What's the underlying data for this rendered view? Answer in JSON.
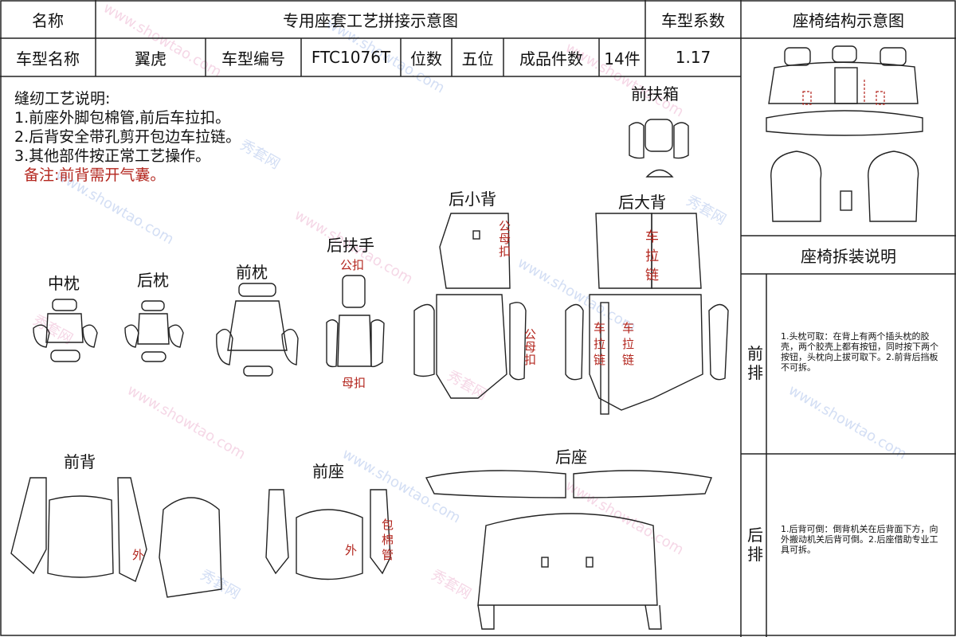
{
  "header": {
    "name_label": "名称",
    "title": "专用座套工艺拼接示意图",
    "factor_label": "车型系数",
    "struct_title": "座椅结构示意图",
    "model_name_label": "车型名称",
    "model_name": "翼虎",
    "model_code_label": "车型编号",
    "model_code": "FTC1076T",
    "seats_label": "位数",
    "seats": "五位",
    "pieces_label": "成品件数",
    "pieces": "14件",
    "factor": "1.17"
  },
  "notes": {
    "title": "缝纫工艺说明:",
    "items": [
      "1.前座外脚包棉管,前后车拉扣。",
      "2.后背安全带孔剪开包边车拉链。",
      "3.其他部件按正常工艺操作。"
    ],
    "remark": "备注:前背需开气囊。"
  },
  "parts": {
    "front_armrest_box": "前扶箱",
    "rear_small_back": "后小背",
    "rear_big_back": "后大背",
    "rear_armrest": "后扶手",
    "middle_pillow": "中枕",
    "rear_pillow": "后枕",
    "front_pillow": "前枕",
    "front_back": "前背",
    "front_seat": "前座",
    "rear_seat": "后座"
  },
  "annotations": {
    "male_female_buckle": "公母扣",
    "male_buckle": "公扣",
    "female_buckle": "母扣",
    "zipper": "车拉链",
    "outer": "外",
    "wrap_cotton_tube": "包棉管"
  },
  "side_panel": {
    "disassembly_title": "座椅拆装说明",
    "front_row_label": "前排",
    "front_row_text": "1.头枕可取：在背上有两个插头枕的胶壳，两个胶壳上都有按钮，同时按下两个按钮，头枕向上拔可取下。2.前背后挡板不可拆。",
    "rear_row_label": "后排",
    "rear_row_text": "1.后背可倒：倒背机关在后背面下方，向外搬动机关后背可倒。2.后座借助专业工具可拆。"
  },
  "watermark": {
    "cn": "秀套网",
    "en": "www.showtao.com"
  },
  "colors": {
    "line": "#222222",
    "annotation_red": "#b3261e",
    "watermark_pink": "#e9a7c9",
    "watermark_blue": "#9fb8e8"
  }
}
